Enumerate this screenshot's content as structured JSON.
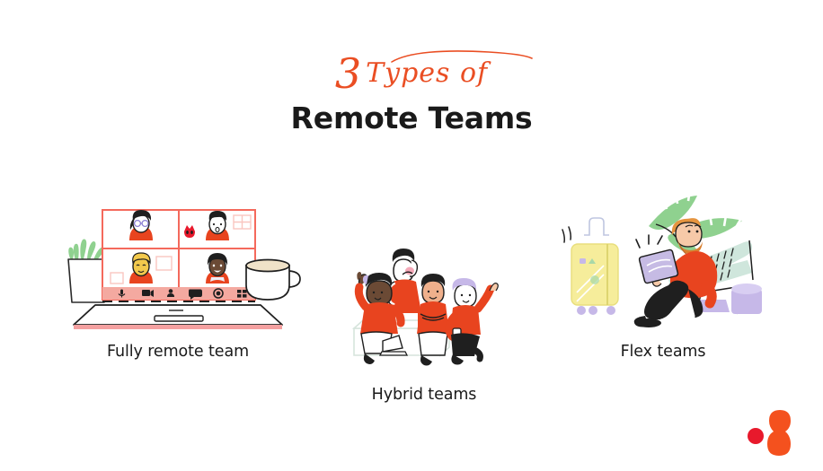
{
  "slide": {
    "background_color": "#FFFFFF",
    "accent_color": "#EA4E23",
    "accent_red": "#E8192C",
    "text_color": "#1A1A1A"
  },
  "title": {
    "script_number": "3",
    "script_words": "Types of",
    "main": "Remote Teams"
  },
  "cards": [
    {
      "id": "fully-remote",
      "caption": "Fully remote team",
      "illustration": "laptop-video-call-illustration",
      "elements": [
        "potted-plant-icon",
        "laptop-icon",
        "video-grid-icon",
        "coffee-cup-icon"
      ],
      "video_call": {
        "participant_count": 4,
        "participants": [
          "participant-glasses-black-hair",
          "participant-short-black-hair",
          "participant-blonde-hair",
          "participant-dark-skin-bob-hair"
        ],
        "toolbar_icons": [
          "microphone-icon",
          "camera-icon",
          "participants-icon",
          "chat-icon",
          "record-icon",
          "grid-view-icon"
        ]
      }
    },
    {
      "id": "hybrid",
      "caption": "Hybrid teams",
      "illustration": "group-of-people-on-bench-illustration",
      "elements": [
        "person-waving-with-laptop",
        "person-standing-with-phone",
        "person-arms-crossed",
        "person-waving-with-phone",
        "bench-icon"
      ]
    },
    {
      "id": "flex",
      "caption": "Flex teams",
      "illustration": "man-on-lounge-chair-with-tablet-illustration",
      "elements": [
        "palm-leaf-icon",
        "suitcase-icon",
        "lounge-chair-icon",
        "tablet-icon",
        "ottoman-icon",
        "bearded-man"
      ]
    }
  ],
  "logo": {
    "name": "molecule-logo",
    "colors": {
      "orange": "#F4511E",
      "crimson": "#E8192C"
    }
  }
}
